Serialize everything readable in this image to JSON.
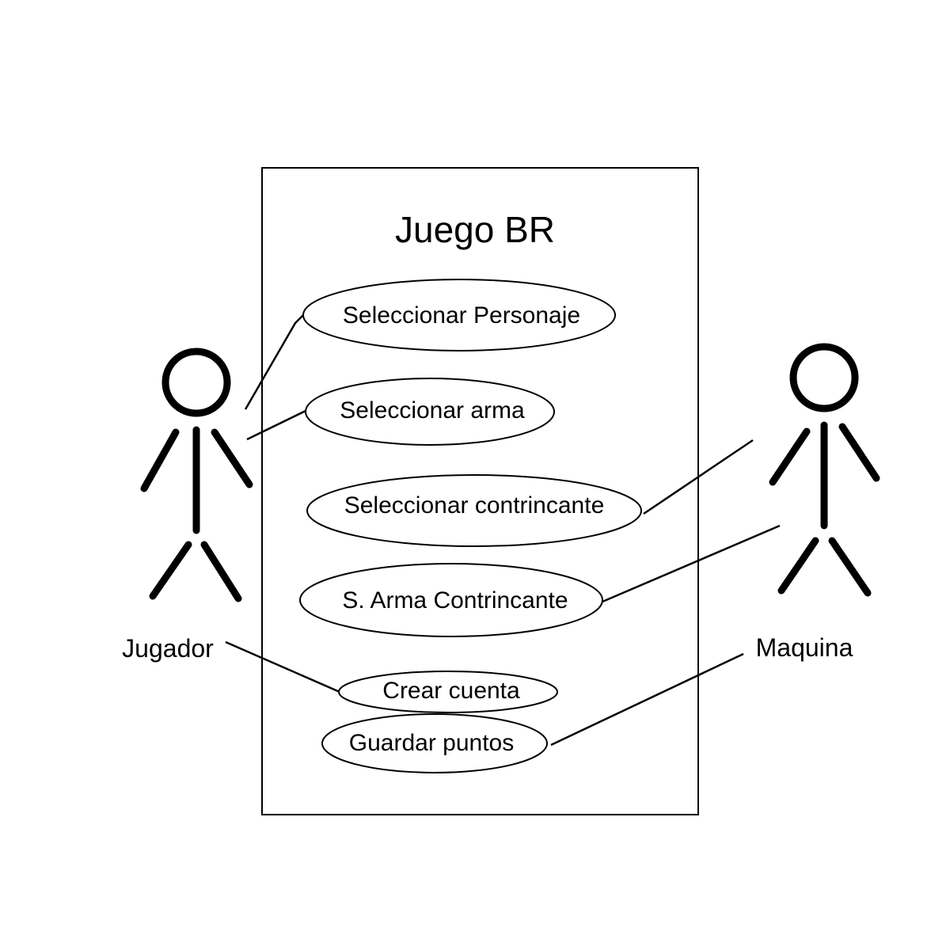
{
  "diagram": {
    "system_title": "Juego BR",
    "actors": {
      "jugador": {
        "label": "Jugador"
      },
      "maquina": {
        "label": "Maquina"
      }
    },
    "use_cases": {
      "seleccionar_personaje": "Seleccionar Personaje",
      "seleccionar_arma": "Seleccionar arma",
      "seleccionar_contrincante": "Seleccionar contrincante",
      "arma_contrincante": "S. Arma Contrincante",
      "crear_cuenta": "Crear cuenta",
      "guardar_puntos": "Guardar puntos"
    },
    "associations": [
      {
        "actor": "Jugador",
        "use_case": "Seleccionar Personaje"
      },
      {
        "actor": "Jugador",
        "use_case": "Seleccionar arma"
      },
      {
        "actor": "Jugador",
        "use_case": "Crear cuenta"
      },
      {
        "actor": "Maquina",
        "use_case": "Seleccionar contrincante"
      },
      {
        "actor": "Maquina",
        "use_case": "S. Arma Contrincante"
      },
      {
        "actor": "Maquina",
        "use_case": "Guardar puntos"
      }
    ]
  }
}
